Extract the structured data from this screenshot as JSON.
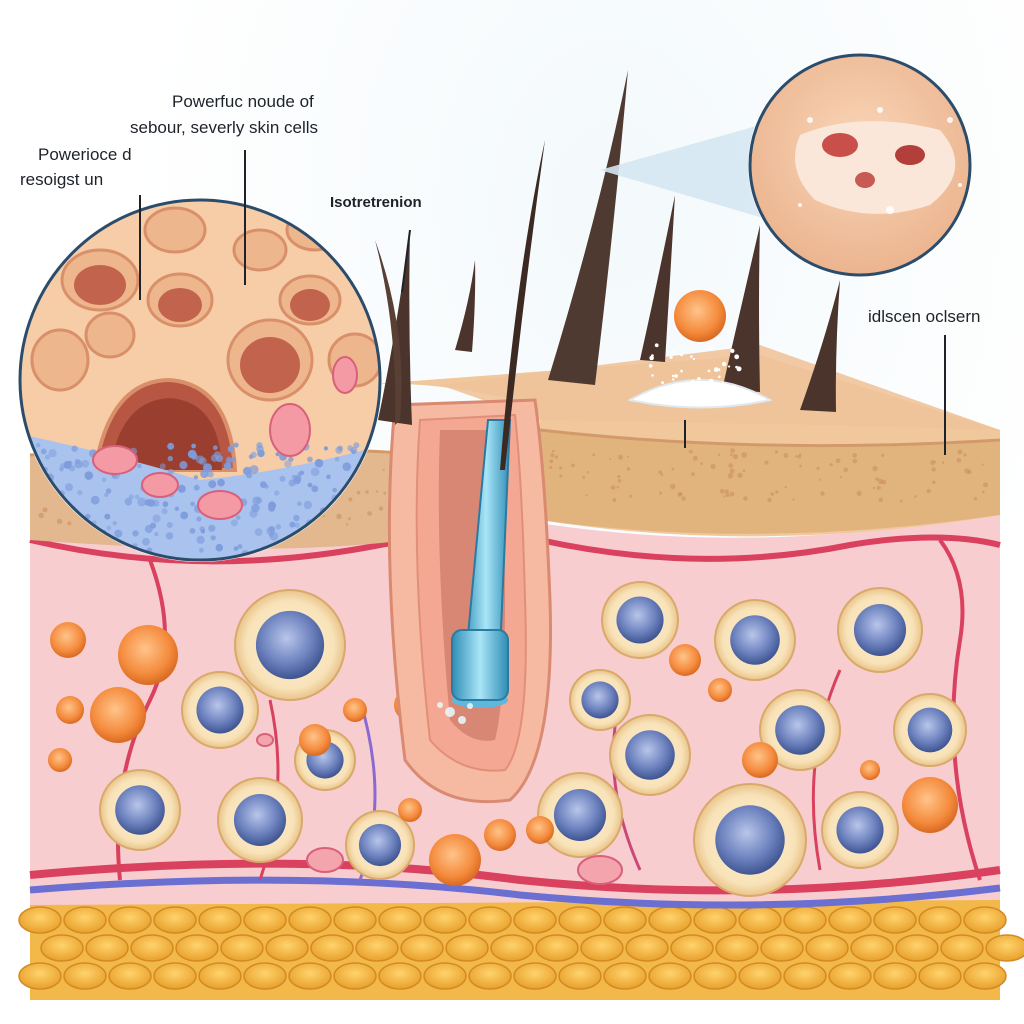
{
  "labels": {
    "top_callout_line1": "Powerfuc noude of",
    "top_callout_line2": "sebour, severly skin cells",
    "left_callout_line1": "Powerioce d",
    "left_callout_line2": "resoigst un",
    "drug_name": "Isotretrenion",
    "right_callout": "idlscen oclsern"
  },
  "colors": {
    "epidermis": "#e9c095",
    "dermis": "#f7c9cc",
    "fat_layer": "#f0b23d",
    "hair": "#4a342b",
    "sebaceous_cell": "#6f84c0",
    "bacteria": "#f48a3c",
    "needle": "#6fc6e4",
    "vessel_red": "#d9415e",
    "vessel_blue": "#6a6fd1"
  }
}
